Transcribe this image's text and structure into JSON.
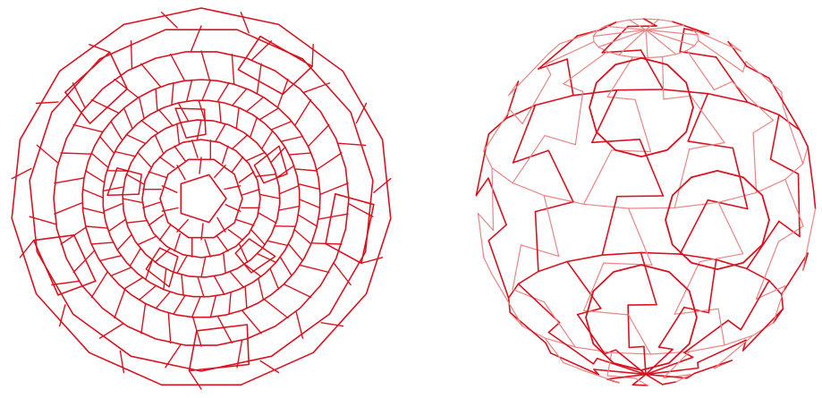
{
  "figure": {
    "panels": [
      {
        "name": "schlegel-diagram",
        "rings": 9,
        "outer_sides": 15
      },
      {
        "name": "perspective-3d-wireframe"
      }
    ]
  },
  "colors": {
    "edge_primary": "#d9121f",
    "edge_light": "#e98585",
    "background": "#ffffff"
  }
}
